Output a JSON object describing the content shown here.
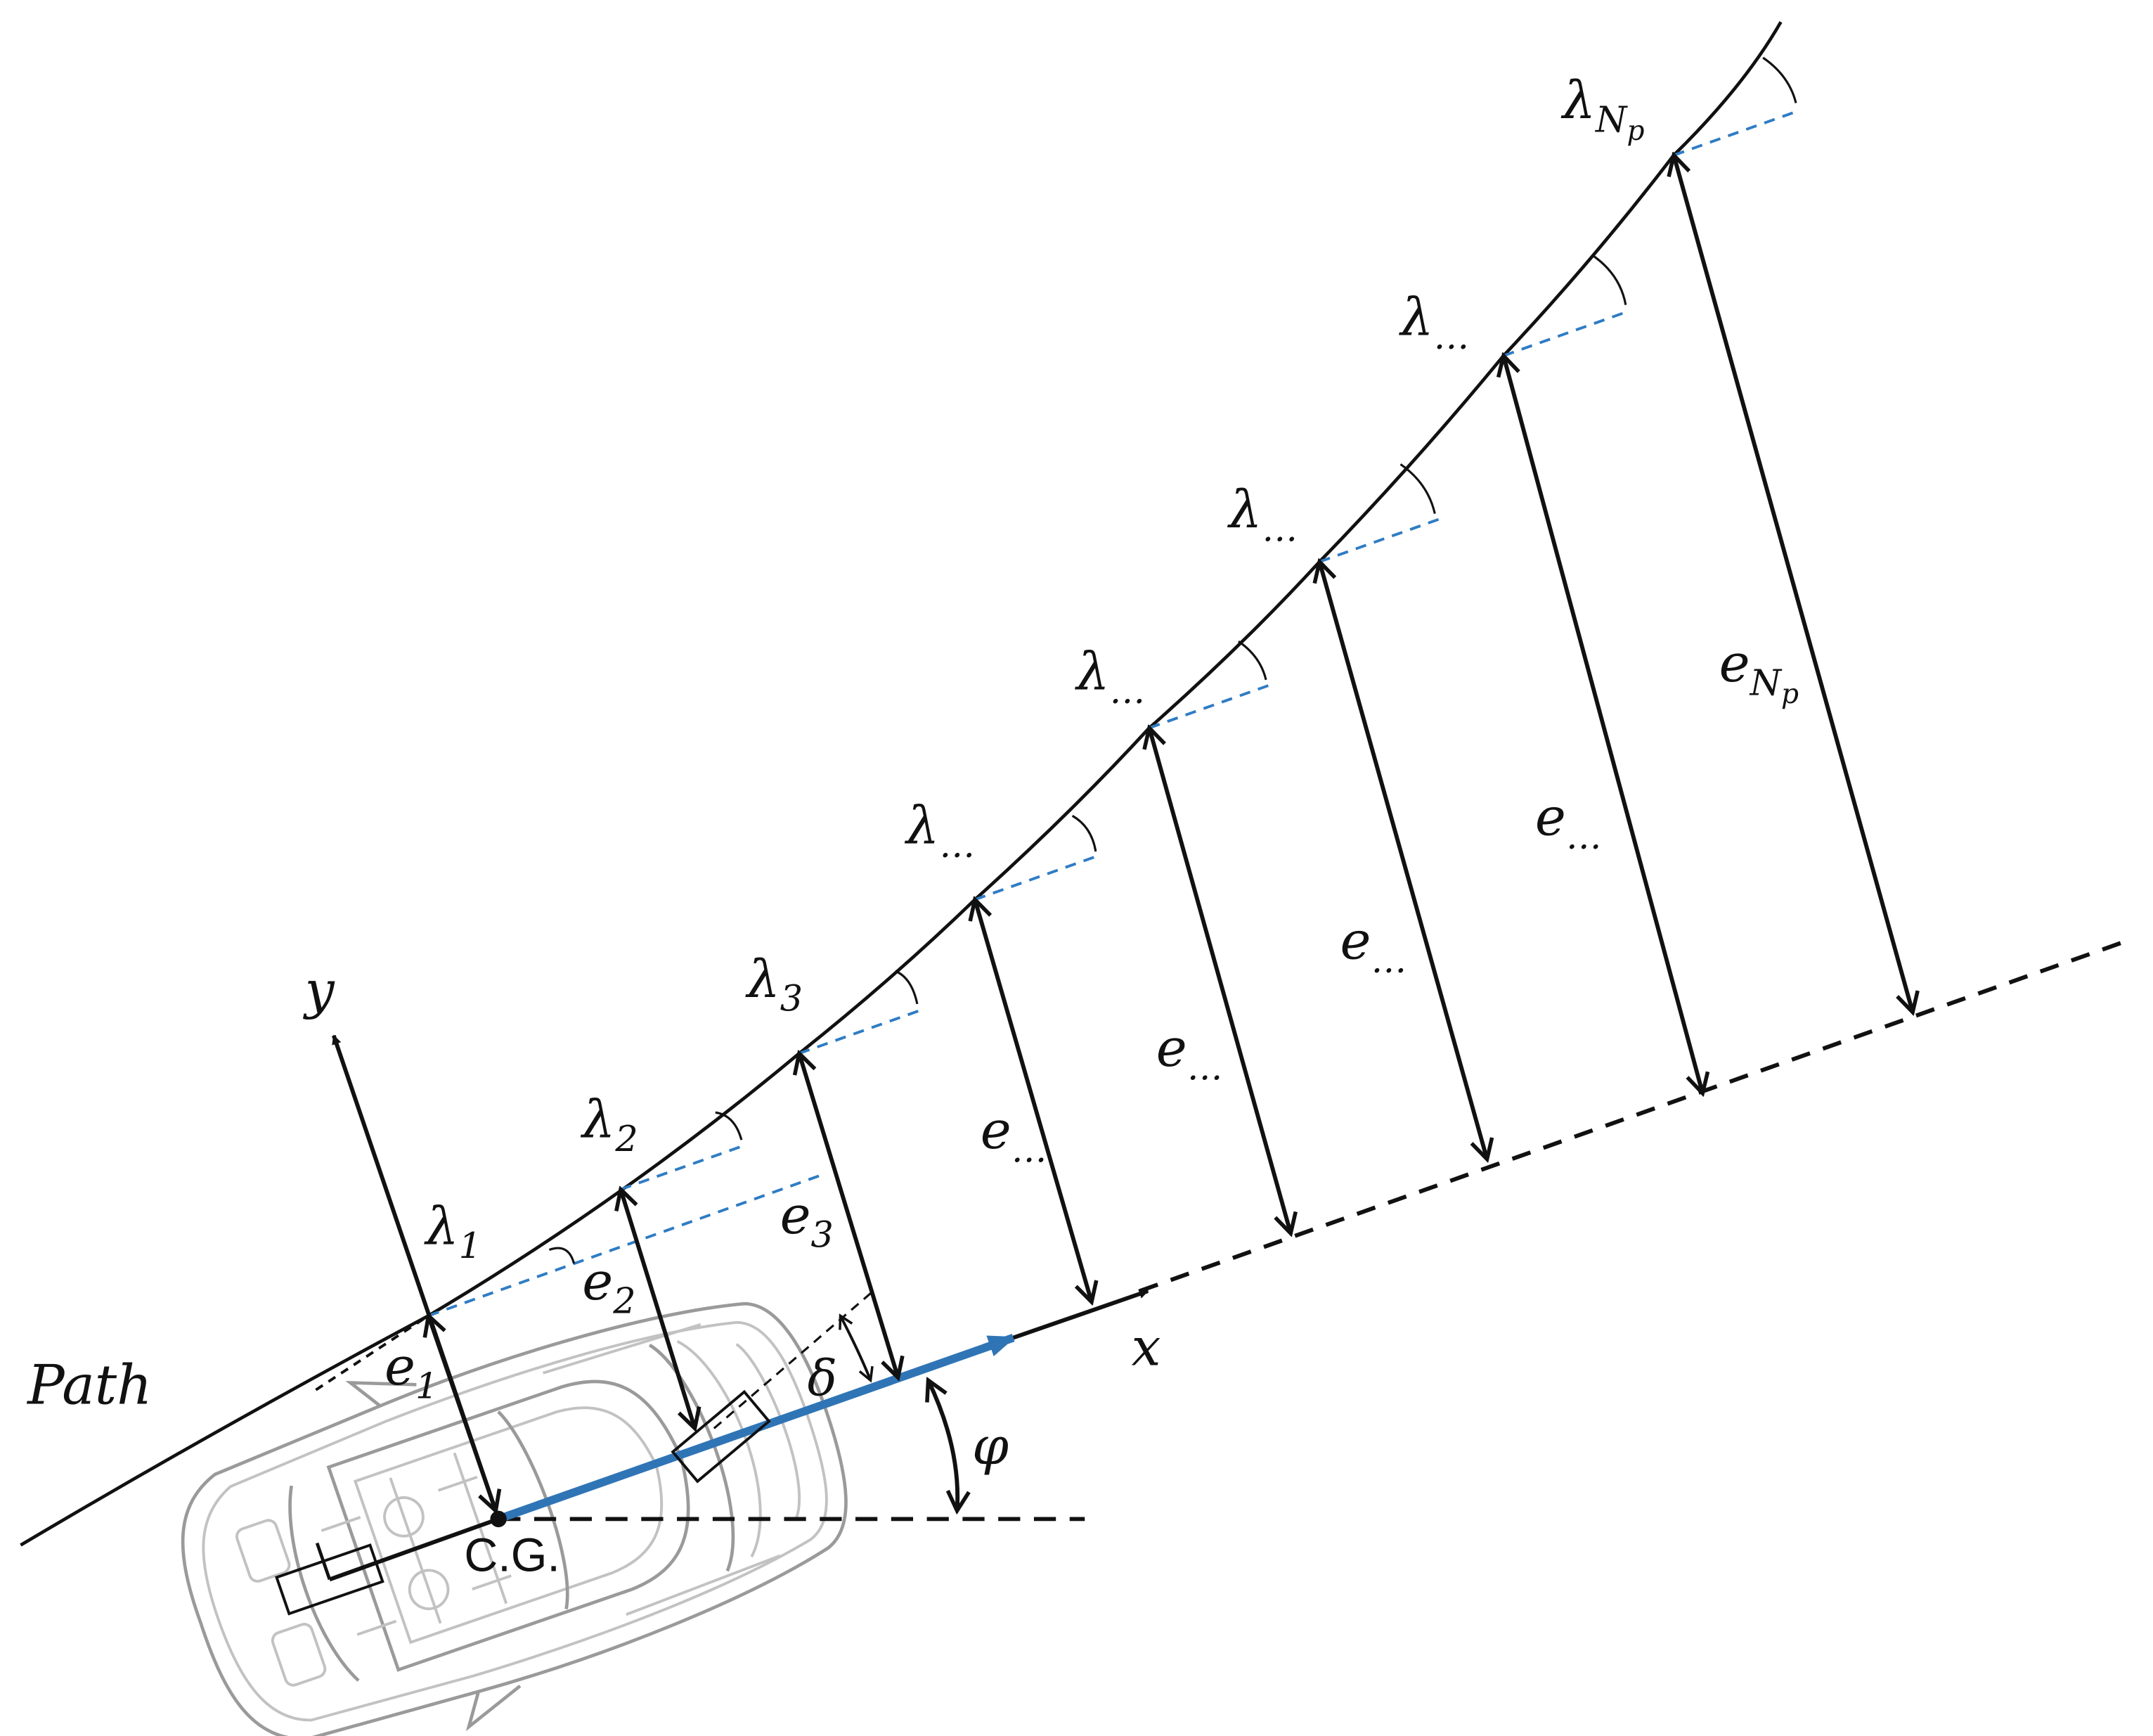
{
  "labels": {
    "path": "Path",
    "cg": "C.G.",
    "x_axis": "x",
    "y_axis": "y",
    "delta": "δ",
    "phi": "φ",
    "lambda_symbol": "λ",
    "e_symbol": "e",
    "lambda_subscripts": [
      "1",
      "2",
      "3",
      "…",
      "…",
      "…",
      "…",
      "N_p"
    ],
    "e_subscripts": [
      "1",
      "2",
      "3",
      "…",
      "…",
      "…",
      "…",
      "N_p"
    ]
  },
  "colors": {
    "path_line": "#111111",
    "tangent_dashed": "#2f7cc4",
    "heading_vector": "#2f75b6",
    "arrows": "#111111",
    "car_outline": "#9a9a9a"
  },
  "icons": {
    "vehicle": "car-top-view-icon"
  }
}
